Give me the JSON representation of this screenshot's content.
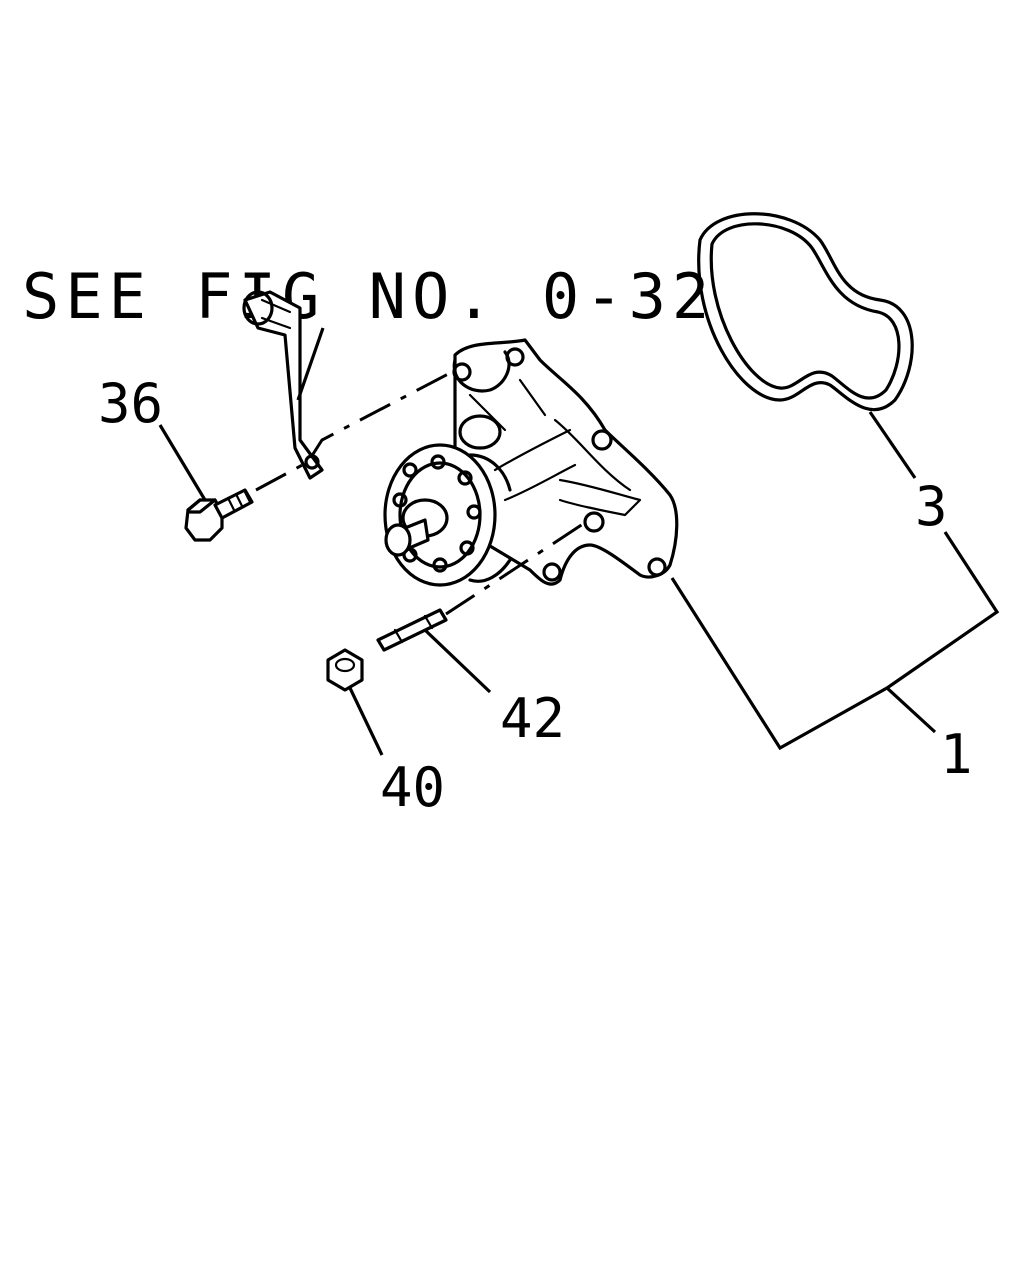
{
  "reference_note": "SEE FIG NO. 0-32",
  "callouts": [
    {
      "id": "36",
      "label": "36"
    },
    {
      "id": "3",
      "label": "3"
    },
    {
      "id": "42",
      "label": "42"
    },
    {
      "id": "1",
      "label": "1"
    },
    {
      "id": "40",
      "label": "40"
    }
  ],
  "parts": [
    {
      "name": "water-pump-assembly",
      "callout": "1"
    },
    {
      "name": "gasket",
      "callout": "3"
    },
    {
      "name": "bolt",
      "callout": "36"
    },
    {
      "name": "nut",
      "callout": "40"
    },
    {
      "name": "stud",
      "callout": "42"
    }
  ]
}
